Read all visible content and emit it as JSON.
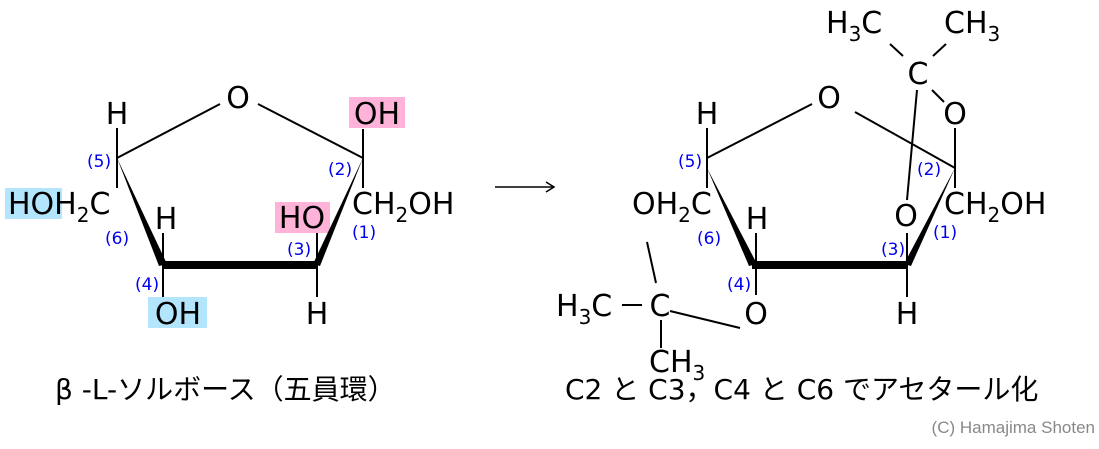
{
  "left": {
    "ring_o": "O",
    "c2_oh": "OH",
    "c2_ch2oh": {
      "c": "CH",
      "sub": "2",
      "oh": "OH"
    },
    "c3_ho": "HO",
    "c3_h": "H",
    "c4_h": "H",
    "c4_oh": "OH",
    "c5_h": "H",
    "c6": {
      "ho": "HO",
      "h": "H",
      "sub": "2",
      "c": "C"
    },
    "numbers": [
      "(1)",
      "(2)",
      "(3)",
      "(4)",
      "(5)",
      "(6)"
    ],
    "caption": "β -L-ソルボース（五員環）"
  },
  "right": {
    "ring_o": "O",
    "top_h3c": {
      "h": "H",
      "sub": "3",
      "c": "C"
    },
    "top_ch3": {
      "c": "CH",
      "sub": "3"
    },
    "top_c": "C",
    "c2_o": "O",
    "c3_o": "O",
    "c2_ch2oh": {
      "c": "CH",
      "sub": "2",
      "oh": "OH"
    },
    "c3_h": "H",
    "c4_h": "H",
    "c4_o": "O",
    "c5_h": "H",
    "c6": {
      "oh": "OH",
      "sub": "2",
      "c": "C"
    },
    "left_c": "C",
    "left_h3c": {
      "h": "H",
      "sub": "3",
      "c": "C"
    },
    "left_ch3": {
      "c": "CH",
      "sub": "3"
    },
    "numbers": [
      "(1)",
      "(2)",
      "(3)",
      "(4)",
      "(5)",
      "(6)"
    ],
    "caption": "C2 と C3，C4 と C6 でアセタール化"
  },
  "colors": {
    "pink": "#ffb3d9",
    "blue": "#b3e5fc",
    "number": "#0000ee"
  },
  "copyright": "(C) Hamajima Shoten"
}
